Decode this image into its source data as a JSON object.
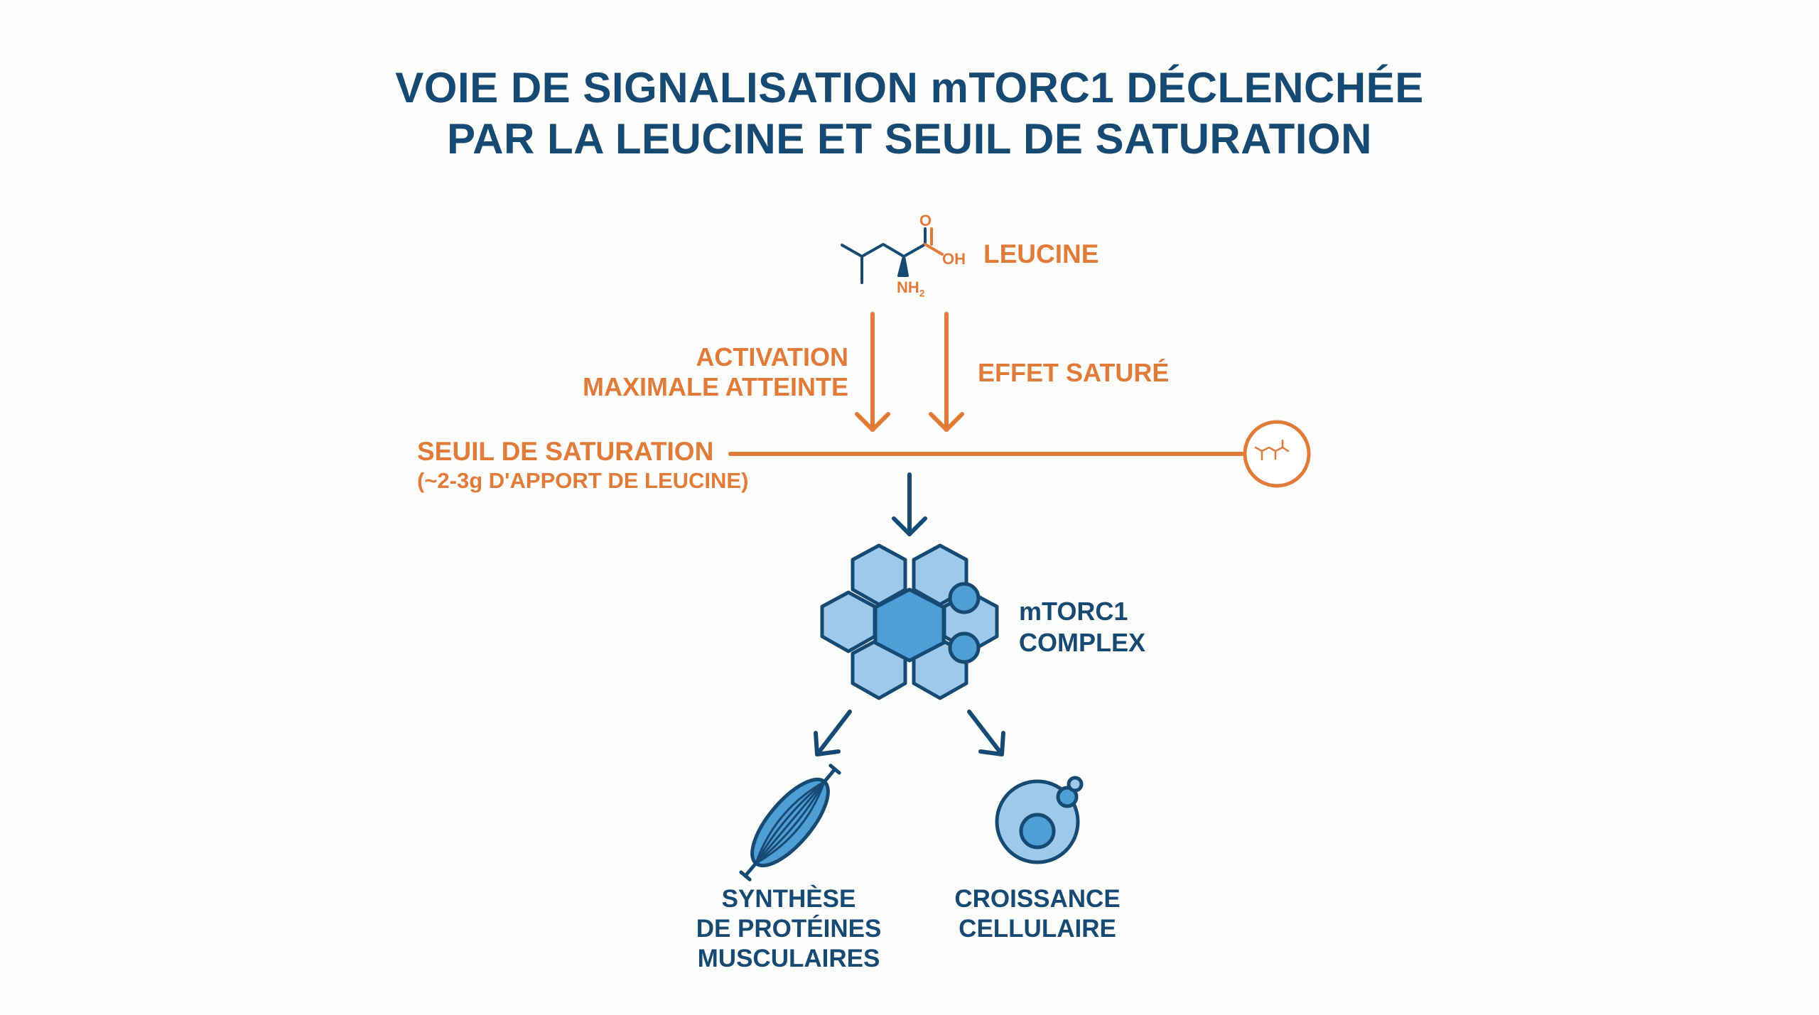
{
  "title": {
    "line1": "VOIE DE SIGNALISATION mTORC1 DÉCLENCHÉE",
    "line2": "PAR LA LEUCINE ET SEUIL DE SATURATION"
  },
  "leucine": {
    "label": "LEUCINE",
    "formula_o": "O",
    "formula_oh": "OH",
    "formula_nh2": "NH",
    "formula_sub": "2"
  },
  "arrows_labels": {
    "activation_line1": "ACTIVATION",
    "activation_line2": "MAXIMALE ATTEINTE",
    "effet": "EFFET SATURÉ"
  },
  "threshold": {
    "label": "SEUIL DE SATURATION",
    "sublabel": "(~2-3g D'APPORT DE LEUCINE)"
  },
  "mtorc1": {
    "line1": "mTORC1",
    "line2": "COMPLEX"
  },
  "outputs": {
    "muscle_line1": "SYNTHÈSE",
    "muscle_line2": "DE PROTÉINES",
    "muscle_line3": "MUSCULAIRES",
    "cell_line1": "CROISSANCE",
    "cell_line2": "CELLULAIRE"
  },
  "colors": {
    "orange": "#e07b39",
    "navy": "#174a73",
    "hex_light": "#9fc9ea",
    "hex_mid": "#4f9fd6"
  }
}
